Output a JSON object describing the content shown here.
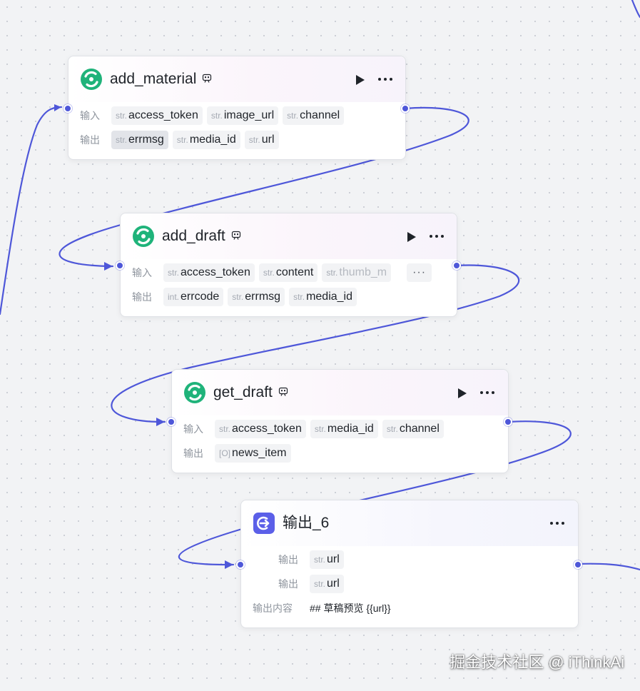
{
  "nodes": {
    "add_material": {
      "title": "add_material",
      "input_label": "输入",
      "output_label": "输出",
      "inputs": [
        {
          "type": "str.",
          "name": "access_token"
        },
        {
          "type": "str.",
          "name": "image_url"
        },
        {
          "type": "str.",
          "name": "channel"
        }
      ],
      "outputs": [
        {
          "type": "str.",
          "name": "errmsg"
        },
        {
          "type": "str.",
          "name": "media_id"
        },
        {
          "type": "str.",
          "name": "url"
        }
      ]
    },
    "add_draft": {
      "title": "add_draft",
      "input_label": "输入",
      "output_label": "输出",
      "inputs": [
        {
          "type": "str.",
          "name": "access_token"
        },
        {
          "type": "str.",
          "name": "content"
        },
        {
          "type": "str.",
          "name": "thumb_m"
        }
      ],
      "more_inputs": "···",
      "outputs": [
        {
          "type": "int.",
          "name": "errcode"
        },
        {
          "type": "str.",
          "name": "errmsg"
        },
        {
          "type": "str.",
          "name": "media_id"
        }
      ]
    },
    "get_draft": {
      "title": "get_draft",
      "input_label": "输入",
      "output_label": "输出",
      "inputs": [
        {
          "type": "str.",
          "name": "access_token"
        },
        {
          "type": "str.",
          "name": "media_id"
        },
        {
          "type": "str.",
          "name": "channel"
        }
      ],
      "outputs": [
        {
          "type": "[O]",
          "name": "news_item"
        }
      ]
    },
    "output_6": {
      "title": "输出_6",
      "rows": [
        {
          "label": "输出",
          "type": "str.",
          "name": "url"
        },
        {
          "label": "输出",
          "type": "str.",
          "name": "url"
        }
      ],
      "content_label": "输出内容",
      "content_value": "## 草稿预览 {{url}}"
    }
  },
  "watermark": "掘金技术社区 @ iThinkAi",
  "colors": {
    "canvas": "#f2f3f5",
    "wire": "#4e57d9",
    "plugin_logo": "#1fb37a",
    "output_icon": "#5b5fe8"
  },
  "icons": {
    "plugin": "plugin-logo-icon",
    "badge": "plugin-badge-icon",
    "run": "play-icon",
    "more": "more-icon",
    "output": "output-arrow-icon"
  }
}
